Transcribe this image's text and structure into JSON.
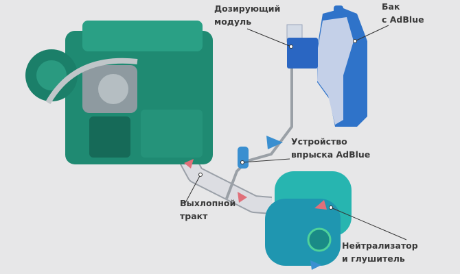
{
  "labels": {
    "dosing_module": [
      "Дозирующий",
      "модуль"
    ],
    "tank": [
      "Бак",
      "с AdBlue"
    ],
    "injector": [
      "Устройство",
      "впрыска AdBlue"
    ],
    "exhaust": [
      "Выхлопной",
      "тракт"
    ],
    "catalyst": [
      "Нейтрализатор",
      "и глушитель"
    ]
  },
  "colors": {
    "background": "#e7e7e8",
    "engine": "#1f8a72",
    "adblue": "#2f73c9",
    "muffler": "#1fa6a6",
    "flow_exhaust": "#e0707a",
    "flow_adblue": "#3a8fd0"
  }
}
